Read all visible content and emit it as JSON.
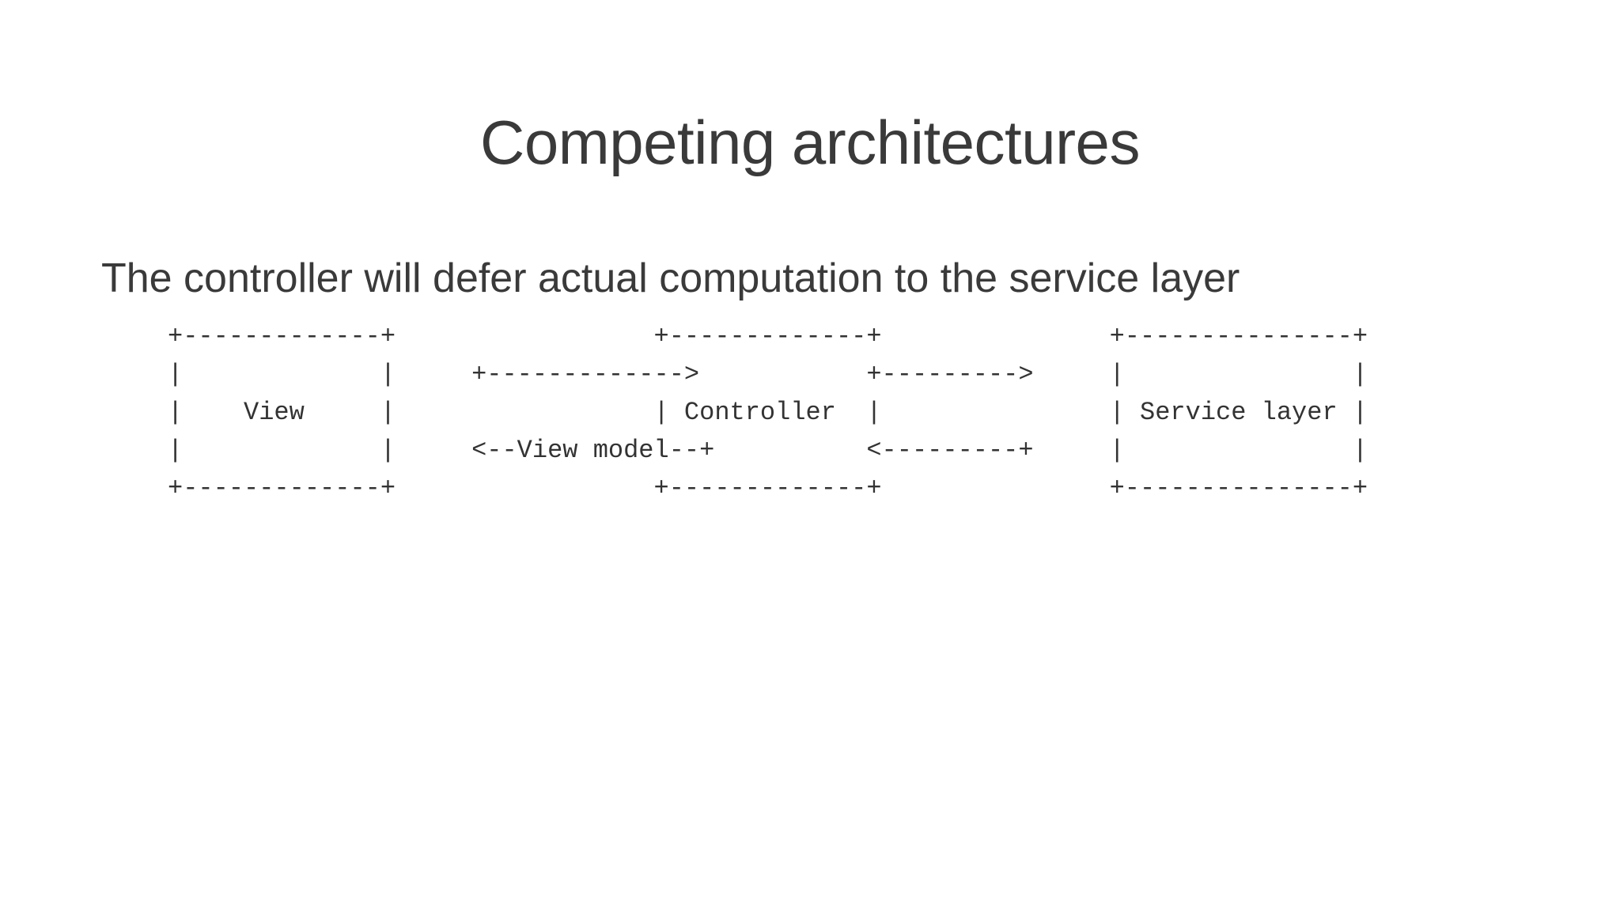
{
  "slide": {
    "title": "Competing architectures",
    "subtitle": "The controller will defer actual computation to the service layer",
    "background_color": "#ffffff",
    "text_color": "#333333"
  },
  "diagram": {
    "type": "ascii-art",
    "boxes": [
      {
        "label": "View",
        "inner_width": 13
      },
      {
        "label": "Controller",
        "inner_width": 13
      },
      {
        "label": "Service layer",
        "inner_width": 15
      }
    ],
    "arrows": [
      {
        "from": "View",
        "to": "Controller",
        "direction": "right",
        "label": ""
      },
      {
        "from": "Controller",
        "to": "View",
        "direction": "left",
        "label": "View model"
      },
      {
        "from": "Controller",
        "to": "Service layer",
        "direction": "right",
        "label": ""
      },
      {
        "from": "Service layer",
        "to": "Controller",
        "direction": "left",
        "label": ""
      }
    ],
    "art": "+-------------+                +-------------+              +---------------+\n|             +------------->              +--------->              |               |\n|    View     |             |  Controller |          |  Service layer |\n|             <--View model--+             <---------+              |               |\n+-------------+                +-------------+              +---------------+"
  },
  "diagram_lines": [
    "+-------------+                 +-------------+               +---------------+",
    "|             +--------------->                +---------->                   |",
    "|    View     |               |  Controller   |             |  Service layer  |",
    "|             <--View model---+                <----------+                   |",
    "+-------------+                 +-------------+               +---------------+"
  ]
}
